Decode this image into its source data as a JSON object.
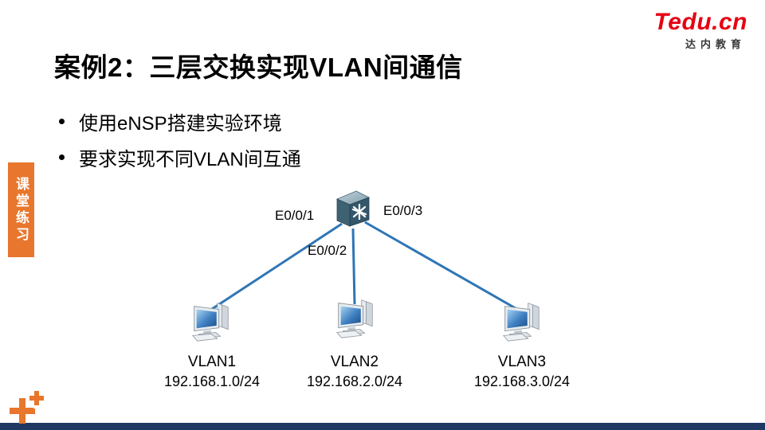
{
  "slide": {
    "title": "案例2：三层交换实现VLAN间通信",
    "bullets": [
      "使用eNSP搭建实验环境",
      "要求实现不同VLAN间互通"
    ],
    "side_tab": "课堂练习"
  },
  "logo": {
    "brand": "Tedu.cn",
    "sub": "达内教育"
  },
  "diagram": {
    "device": "layer3-switch",
    "ports": [
      "E0/0/1",
      "E0/0/2",
      "E0/0/3"
    ],
    "pcs": [
      {
        "name": "VLAN1",
        "subnet": "192.168.1.0/24"
      },
      {
        "name": "VLAN2",
        "subnet": "192.168.2.0/24"
      },
      {
        "name": "VLAN3",
        "subnet": "192.168.3.0/24"
      }
    ]
  },
  "colors": {
    "accent_orange": "#E8762C",
    "brand_red": "#E60012",
    "link_blue": "#2E75B6",
    "footer_navy": "#1F3864"
  }
}
